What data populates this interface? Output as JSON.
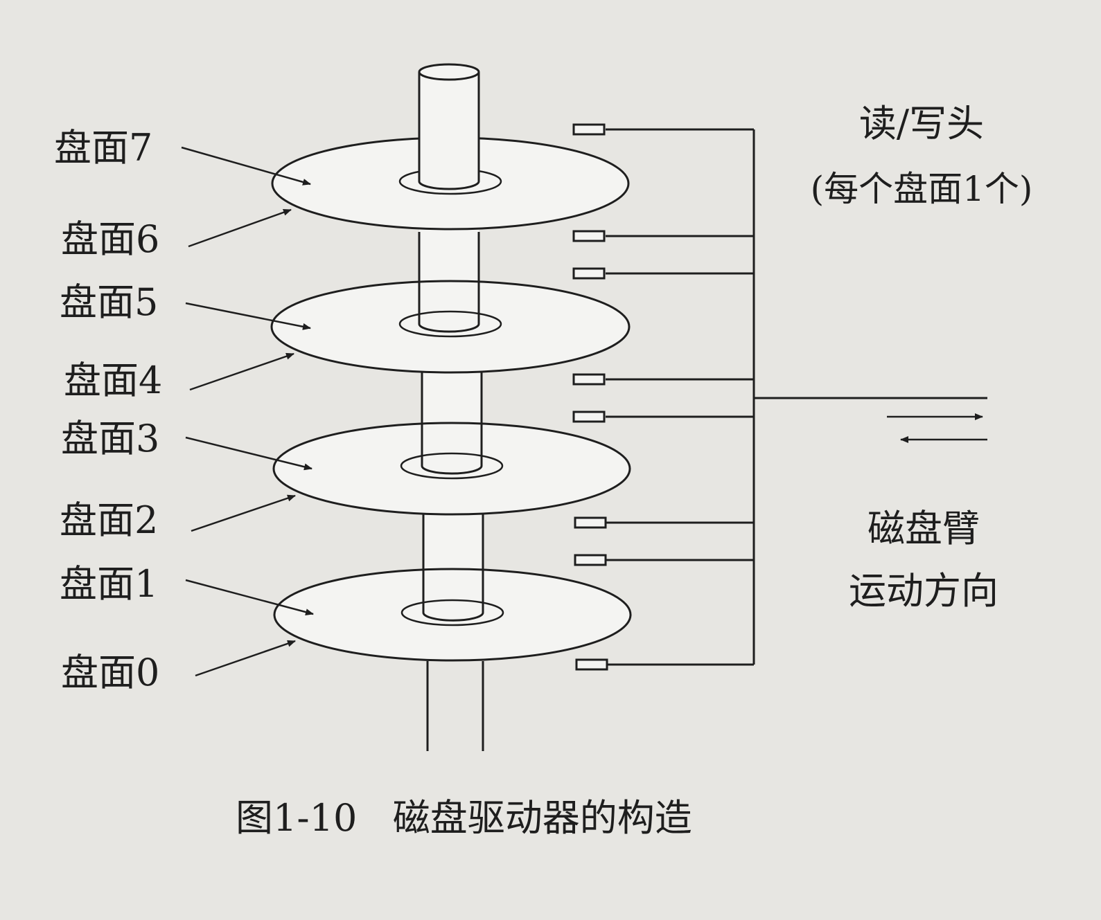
{
  "surface_labels": [
    "盘面7",
    "盘面6",
    "盘面5",
    "盘面4",
    "盘面3",
    "盘面2",
    "盘面1",
    "盘面0"
  ],
  "head_label": {
    "line1": "读/写头",
    "line2": "(每个盘面1个)"
  },
  "arm_label": {
    "line1": "磁盘臂",
    "line2": "运动方向"
  },
  "caption": "图1-10   磁盘驱动器的构造",
  "colors": {
    "background": "#e7e6e2",
    "ink": "#1e1e1e",
    "platter_fill": "#f4f4f2"
  }
}
